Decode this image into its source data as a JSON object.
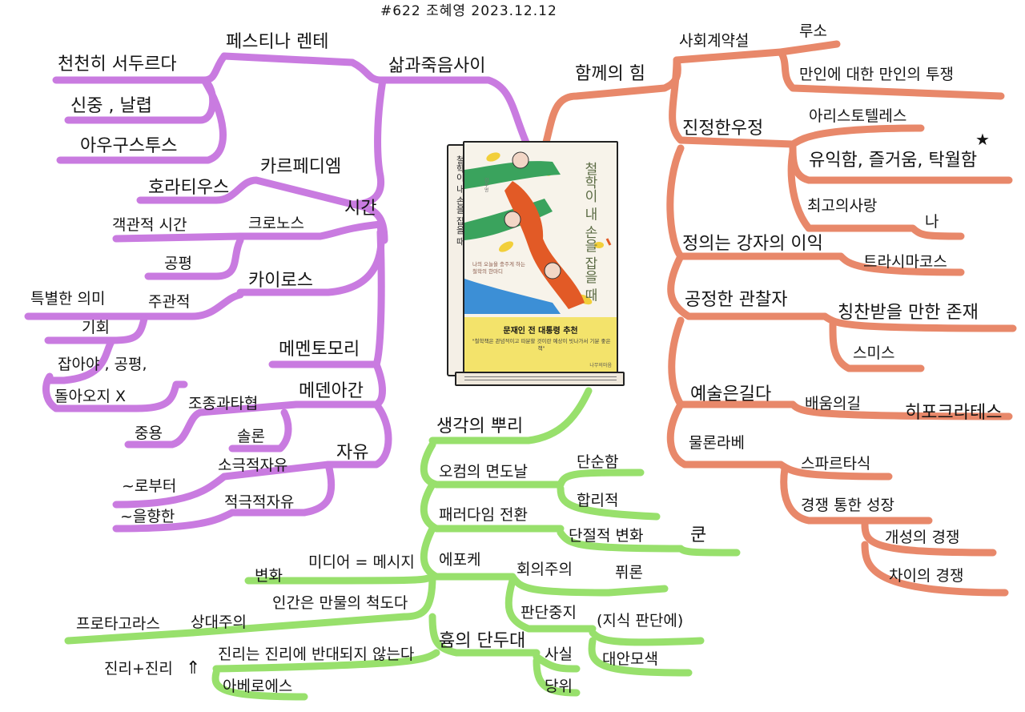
{
  "header": {
    "text": "#622   조혜영   2023.12.12"
  },
  "colors": {
    "purple": "#c97be0",
    "orange": "#e8886a",
    "green": "#98e06c",
    "ink": "#161616"
  },
  "book": {
    "spine_title": "철학이 내 손을 잡을 때",
    "title": "철학이 내 손을 잡을 때",
    "subtitle_lines": [
      "나의 오늘을 충주게 하는",
      "철학의 한마디"
    ],
    "author": "김수영",
    "band_title": "문재인 전 대통령 추천",
    "band_quote": "\"철학책은 관념적이고 따분할 것이란 예상이 빗나가서 기분 좋은 책\"",
    "publisher": "나무의마음"
  },
  "left": {
    "root": "삶과죽음사이",
    "sub1": "페스티나 렌테",
    "sub1_items": [
      "천천히 서두르다",
      "신중 , 날렵",
      "아우구스투스"
    ],
    "sub2": "호라티우스",
    "sub2_top": "카르페디엠",
    "time": "시간",
    "chronos": "크로노스",
    "chronos_a": "객관적 시간",
    "chronos_b": "공평",
    "kairos": "카이로스",
    "kairos_a": "주관적",
    "kairos_b": "특별한 의미",
    "kairos_c": "기회",
    "kairos_d": "잡아야 , 공평,",
    "kairos_e": "돌아오지 X",
    "memento": "메멘토모리",
    "meden": "메덴아간",
    "meden_a": "조종과타협",
    "meden_b": "중용",
    "meden_c": "솔론",
    "freedom": "자유",
    "neg": "소극적자유",
    "neg_a": "~로부터",
    "pos": "적극적자유",
    "pos_a": "~을향한"
  },
  "right": {
    "root": "함께의 힘",
    "social": "사회계약설",
    "rousseau": "루소",
    "rousseau_a": "만인에 대한 만인의 투쟁",
    "friendship": "진정한우정",
    "aristotle": "아리스토텔레스",
    "aristotle_a": "유익함, 즐거움, 탁월함",
    "aristotle_star": "★",
    "love": "최고의사랑",
    "me": "나",
    "justice": "정의는 강자의 이익",
    "thrasy": "트라시마코스",
    "spectator": "공정한 관찰자",
    "praise": "칭찬받을 만한 존재",
    "smith": "스미스",
    "art": "예술은길다",
    "learn": "배움의길",
    "hippo": "히포크라테스",
    "cobra": "물론라베",
    "sparta": "스파르타식",
    "growth": "경쟁 통한 성장",
    "individual": "개성의 경쟁",
    "difference": "차이의 경쟁"
  },
  "bottom": {
    "root": "생각의 뿌리",
    "ockham": "오컴의 면도날",
    "simple": "단순함",
    "rational": "합리적",
    "paradigm": "패러다임 전환",
    "discont": "단절적 변화",
    "kuhn": "쿤",
    "epoche": "에포케",
    "skeptic": "회의주의",
    "pyrrho": "퓌론",
    "suspend": "판단중지",
    "suspend_a": "(지식 판단에)",
    "suspend_b": "대안모색",
    "media": "미디어 = 메시지",
    "change": "변화",
    "measure": "인간은 만물의 척도다",
    "relativism": "상대주의",
    "protagoras": "프로타고라스",
    "hume": "흄의 단두대",
    "fact": "사실",
    "ought": "당위",
    "truth": "진리는 진리에 반대되지 않는다",
    "truth_sum": "진리+진리",
    "truth_arrow": "⇑",
    "averroes": "아베로에스"
  }
}
